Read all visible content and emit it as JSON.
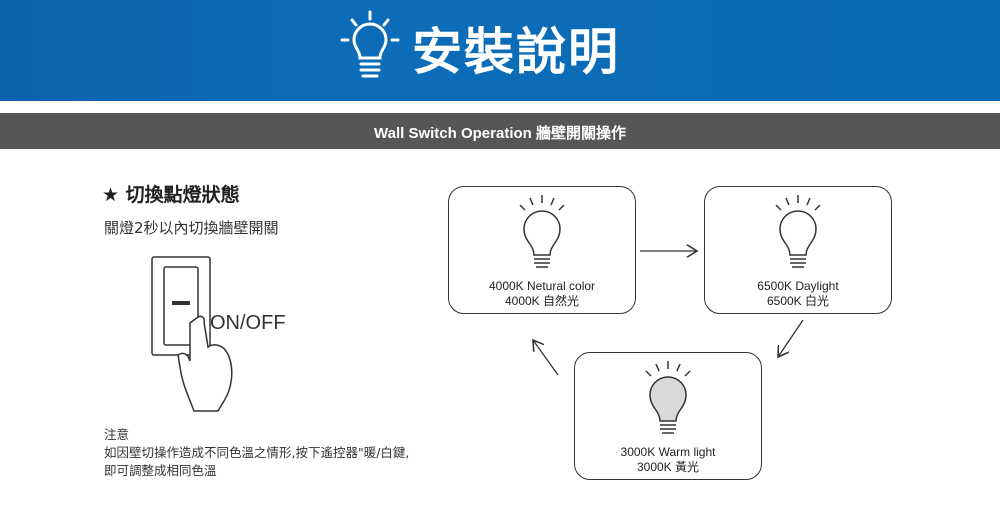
{
  "header": {
    "title": "安裝說明",
    "subtitle": "Wall Switch Operation  牆壁開關操作"
  },
  "left": {
    "heading": "★ 切換點燈狀態",
    "instruction": "關燈2秒以內切換牆壁開關",
    "switch_label": "ON/OFF",
    "note_title": "注意",
    "note_line1": "如因壁切操作造成不同色溫之情形,按下遙控器\"暖/白鍵,",
    "note_line2": "即可調整成相同色溫"
  },
  "modes": [
    {
      "en": "4000K Netural color",
      "zh": "4000K 自然光",
      "fill": "#ffffff"
    },
    {
      "en": "6500K  Daylight",
      "zh": "6500K 白光",
      "fill": "#ffffff"
    },
    {
      "en": "3000K Warm light",
      "zh": "3000K 黃光",
      "fill": "#d9d9d9"
    }
  ],
  "colors": {
    "banner": "#0a6bb6",
    "bar": "#575556"
  }
}
